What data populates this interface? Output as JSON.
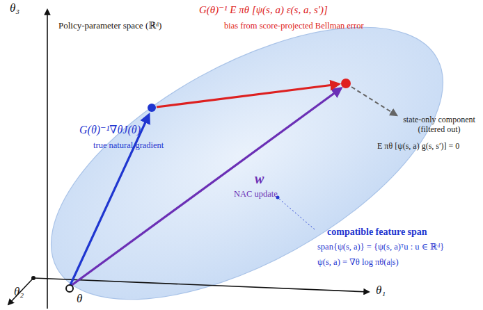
{
  "diagram": {
    "labels": [
      "θ₃",
      "θ₂",
      "θ₁",
      "Policy-parameter space (ℝᵈ)",
      "G(θ)⁻¹∇θJ(θ)",
      "true natural gradient",
      "G(θ)⁻¹ E πθ [ψ(s, a) ε(s, a, s′)]",
      "bias from score-projected Bellman error",
      "w",
      "NAC update",
      "θ",
      "state-only component (filtered out)",
      "E πθ [ψ(s, a) g(s, s′)] = 0",
      "compatible feature span",
      "span{ψ(s, a)} = {ψ(s, a)ᵀu : u ∈ ℝᵈ}",
      "ψ(s, a) = ∇θ log πθ(a|s)"
    ]
  }
}
